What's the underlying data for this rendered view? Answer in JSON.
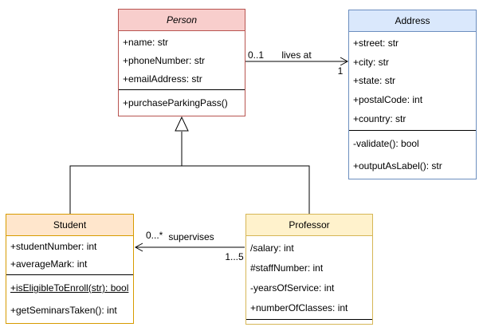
{
  "diagram_type": "uml-class-diagram",
  "classes": {
    "person": {
      "title": "Person",
      "abstract": true,
      "attributes": [
        "+name: str",
        "+phoneNumber: str",
        "+emailAddress: str"
      ],
      "methods": [
        "+purchaseParkingPass()"
      ],
      "fill": "#f8cecc",
      "stroke": "#b85450"
    },
    "address": {
      "title": "Address",
      "abstract": false,
      "attributes": [
        "+street: str",
        "+city: str",
        "+state: str",
        "+postalCode: int",
        "+country: str"
      ],
      "methods": [
        "-validate(): bool",
        "+outputAsLabel(): str"
      ],
      "fill": "#dae8fc",
      "stroke": "#6c8ebf"
    },
    "student": {
      "title": "Student",
      "abstract": false,
      "attributes": [
        "+studentNumber: int",
        "+averageMark: int"
      ],
      "methods": [
        "+isEligibleToEnroll(str): bool",
        "+getSeminarsTaken(): int"
      ],
      "static_methods": [
        "+isEligibleToEnroll(str): bool"
      ],
      "fill": "#ffe6cc",
      "stroke": "#d79b00"
    },
    "professor": {
      "title": "Professor",
      "abstract": false,
      "attributes": [
        "/salary: int",
        "#staffNumber: int",
        "-yearsOfService: int",
        "+numberOfClasses: int"
      ],
      "methods": [],
      "fill": "#fff2cc",
      "stroke": "#d6b656"
    }
  },
  "relationships": {
    "lives_at": {
      "type": "association",
      "from": "Person",
      "to": "Address",
      "label": "lives at",
      "from_multiplicity": "0..1",
      "to_multiplicity": "1"
    },
    "supervises": {
      "type": "association",
      "from": "Professor",
      "to": "Student",
      "label": "supervises",
      "from_multiplicity": "1...5",
      "to_multiplicity": "0...*"
    },
    "student_generalization": {
      "type": "generalization",
      "from": "Student",
      "to": "Person"
    },
    "professor_generalization": {
      "type": "generalization",
      "from": "Professor",
      "to": "Person"
    }
  }
}
